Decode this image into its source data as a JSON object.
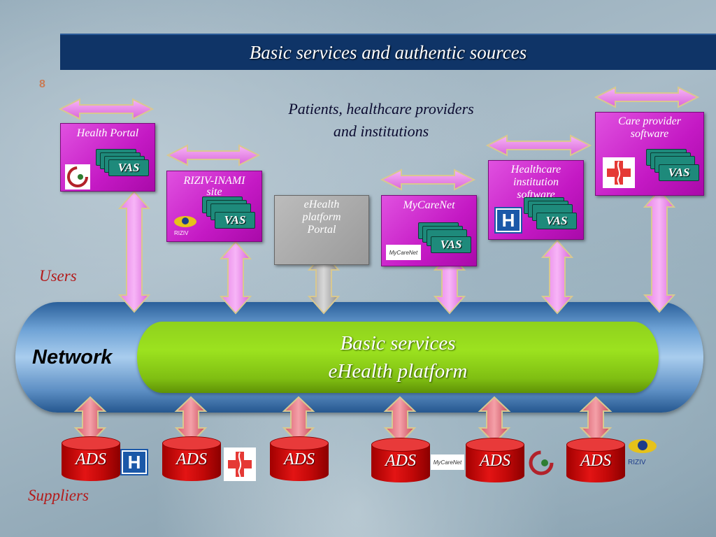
{
  "title": "Basic services and authentic sources",
  "slide_number": "8",
  "subtitle_line1": "Patients, healthcare providers",
  "subtitle_line2": "and institutions",
  "users_label": "Users",
  "suppliers_label": "Suppliers",
  "network_label": "Network",
  "platform_line1": "Basic services",
  "platform_line2": "eHealth platform",
  "portals": {
    "health_portal": "Health Portal",
    "riziv_line1": "RIZIV-INAMI",
    "riziv_line2": "site",
    "ehealth_line1": "eHealth",
    "ehealth_line2": "platform",
    "ehealth_line3": "Portal",
    "mycarenet": "MyCareNet",
    "hc_line1": "Healthcare",
    "hc_line2": "institution",
    "hc_line3": "software",
    "care_line1": "Care provider",
    "care_line2": "software"
  },
  "vas_label": "VAS",
  "ads_label": "ADS",
  "logos": {
    "hospital": "H",
    "mycarenet": "MyCareNet",
    "riziv": "RIZIV"
  },
  "colors": {
    "title_bar": "#0f3467",
    "portal_box": "#c419c4",
    "vas": "#1e8a7b",
    "platform": "#8fd11d",
    "ads": "#d11010",
    "label_red": "#b31a1a"
  }
}
